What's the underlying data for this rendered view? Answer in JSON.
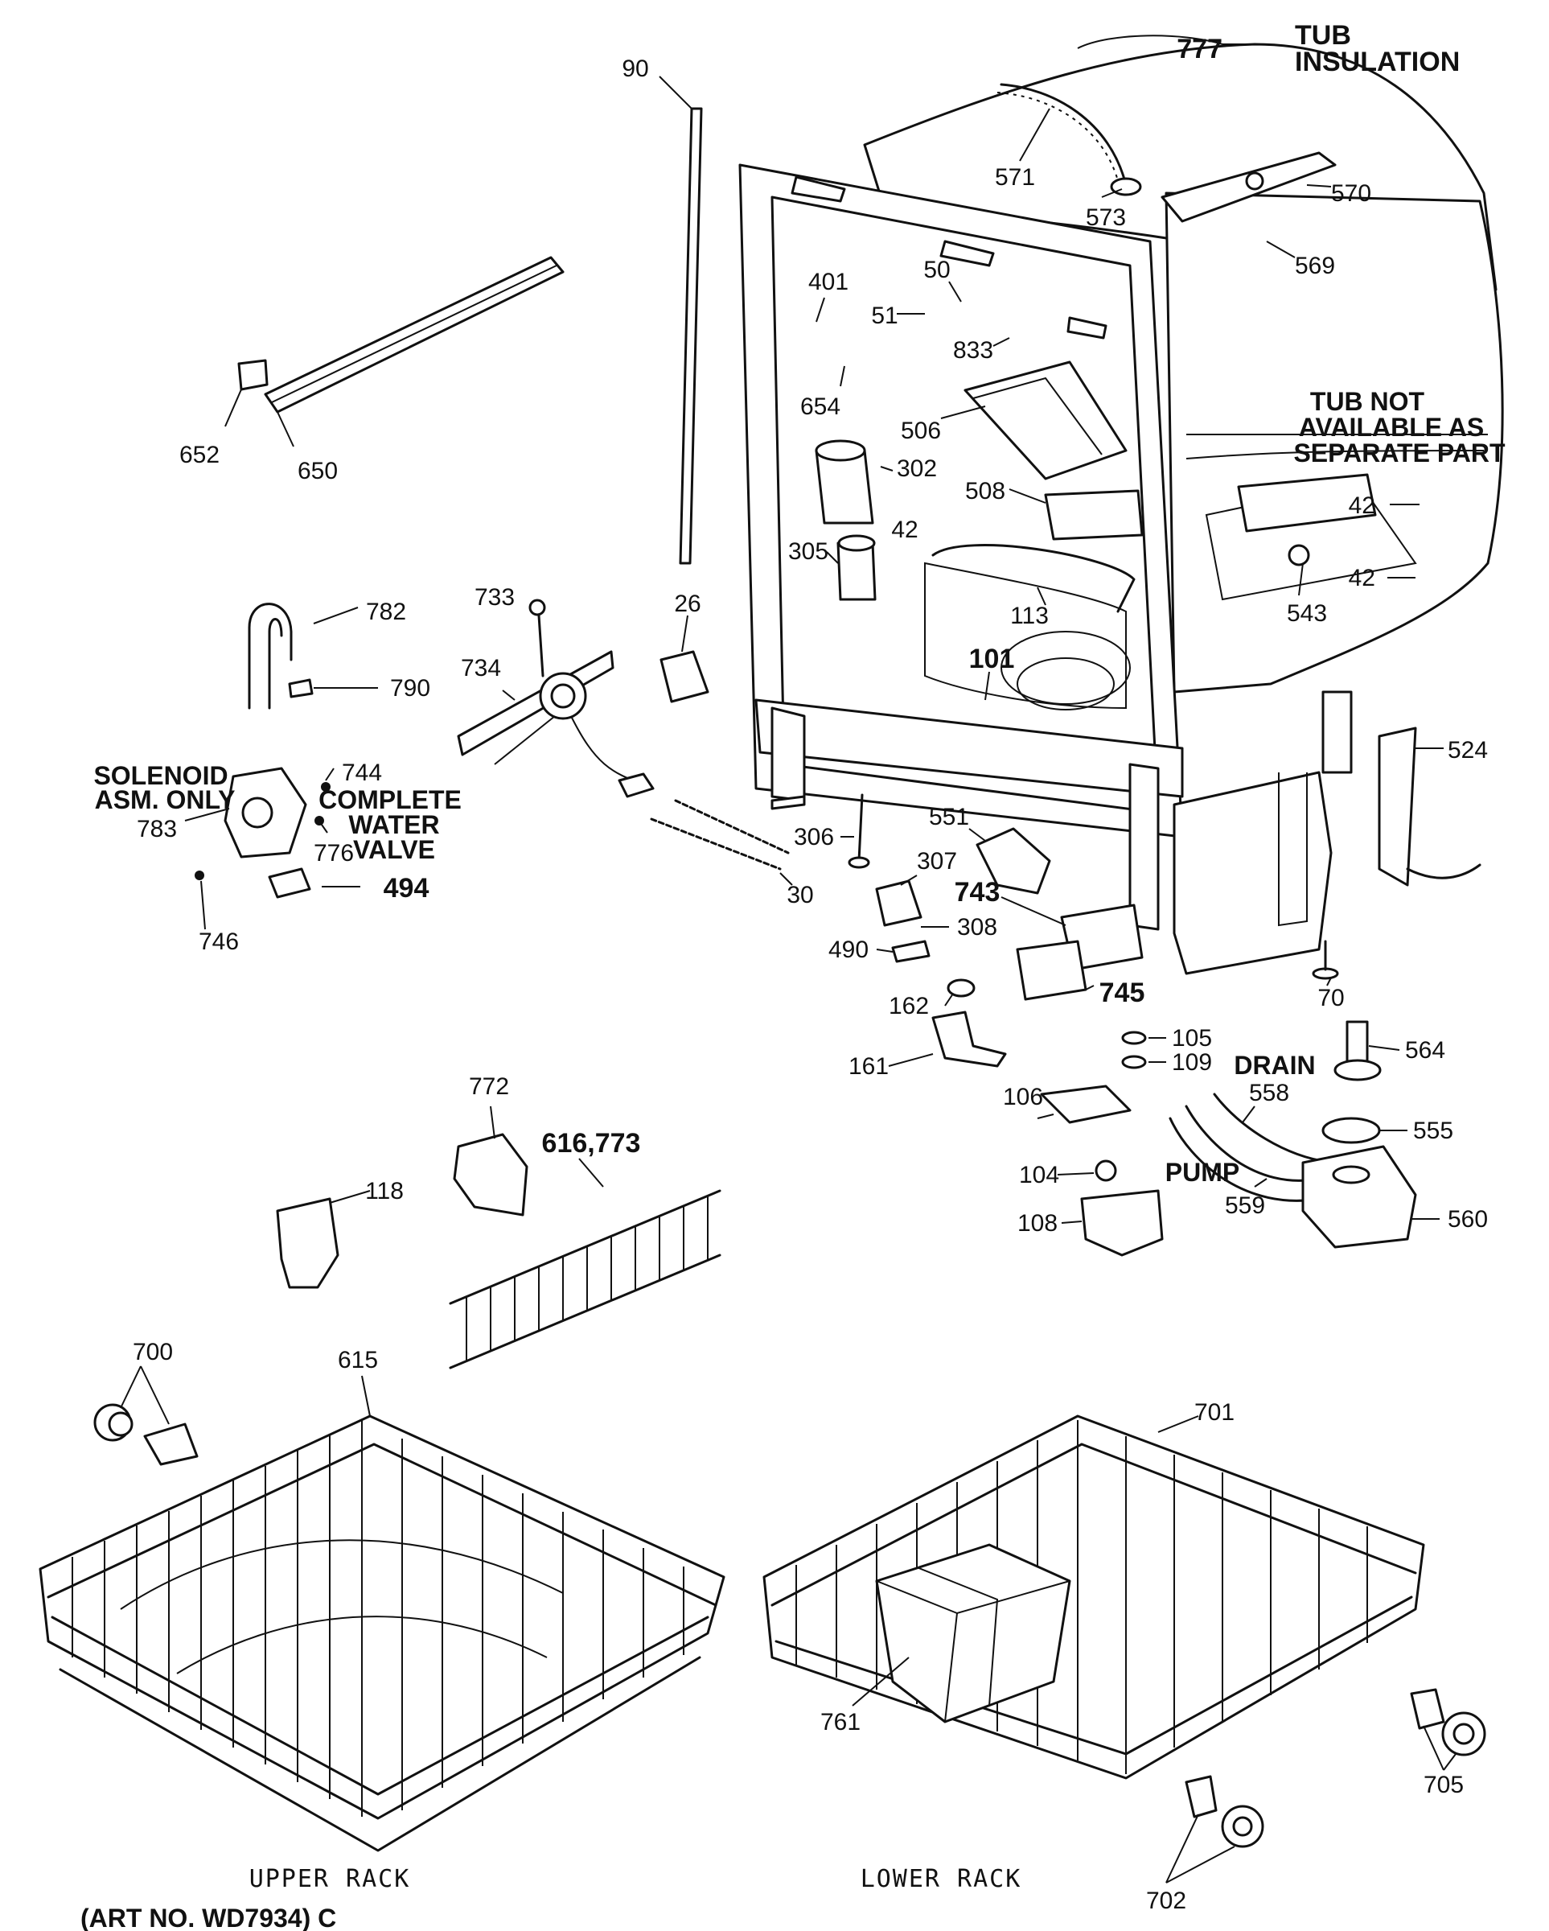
{
  "notes": {
    "tub_insulation_1": "TUB",
    "tub_insulation_2": "INSULATION",
    "tub_not_1": "TUB NOT",
    "tub_not_2": "AVAILABLE AS",
    "tub_not_3": "SEPARATE PART",
    "solenoid_1": "SOLENOID",
    "solenoid_2": "ASM. ONLY",
    "complete_1": "COMPLETE",
    "complete_2": "WATER",
    "complete_3": "VALVE",
    "drain": "DRAIN",
    "pump": "PUMP",
    "upper_rack": "UPPER RACK",
    "lower_rack": "LOWER RACK",
    "art_no": "(ART NO. WD7934) C"
  },
  "callouts": [
    {
      "id": "c777",
      "text": "777"
    },
    {
      "id": "c90",
      "text": "90"
    },
    {
      "id": "c571",
      "text": "571"
    },
    {
      "id": "c573",
      "text": "573"
    },
    {
      "id": "c570",
      "text": "570"
    },
    {
      "id": "c569",
      "text": "569"
    },
    {
      "id": "c401",
      "text": "401"
    },
    {
      "id": "c50",
      "text": "50"
    },
    {
      "id": "c51",
      "text": "51"
    },
    {
      "id": "c833",
      "text": "833"
    },
    {
      "id": "c654",
      "text": "654"
    },
    {
      "id": "c506",
      "text": "506"
    },
    {
      "id": "c302",
      "text": "302"
    },
    {
      "id": "c508",
      "text": "508"
    },
    {
      "id": "c42a",
      "text": "42"
    },
    {
      "id": "c42b",
      "text": "42"
    },
    {
      "id": "c42c",
      "text": "42"
    },
    {
      "id": "c305",
      "text": "305"
    },
    {
      "id": "c113",
      "text": "113"
    },
    {
      "id": "c101",
      "text": "101"
    },
    {
      "id": "c543",
      "text": "543"
    },
    {
      "id": "c652",
      "text": "652"
    },
    {
      "id": "c650",
      "text": "650"
    },
    {
      "id": "c782",
      "text": "782"
    },
    {
      "id": "c790",
      "text": "790"
    },
    {
      "id": "c733",
      "text": "733"
    },
    {
      "id": "c734",
      "text": "734"
    },
    {
      "id": "c26",
      "text": "26"
    },
    {
      "id": "c524",
      "text": "524"
    },
    {
      "id": "c744",
      "text": "744"
    },
    {
      "id": "c783",
      "text": "783"
    },
    {
      "id": "c776",
      "text": "776"
    },
    {
      "id": "c494",
      "text": "494"
    },
    {
      "id": "c746",
      "text": "746"
    },
    {
      "id": "c306",
      "text": "306"
    },
    {
      "id": "c551",
      "text": "551"
    },
    {
      "id": "c307",
      "text": "307"
    },
    {
      "id": "c743",
      "text": "743"
    },
    {
      "id": "c30",
      "text": "30"
    },
    {
      "id": "c308",
      "text": "308"
    },
    {
      "id": "c490",
      "text": "490"
    },
    {
      "id": "c745",
      "text": "745"
    },
    {
      "id": "c70",
      "text": "70"
    },
    {
      "id": "c162",
      "text": "162"
    },
    {
      "id": "c105",
      "text": "105"
    },
    {
      "id": "c109",
      "text": "109"
    },
    {
      "id": "c161",
      "text": "161"
    },
    {
      "id": "c564",
      "text": "564"
    },
    {
      "id": "c558",
      "text": "558"
    },
    {
      "id": "c106",
      "text": "106"
    },
    {
      "id": "c555",
      "text": "555"
    },
    {
      "id": "c104",
      "text": "104"
    },
    {
      "id": "c559",
      "text": "559"
    },
    {
      "id": "c560",
      "text": "560"
    },
    {
      "id": "c108",
      "text": "108"
    },
    {
      "id": "c772",
      "text": "772"
    },
    {
      "id": "c616",
      "text": "616,773"
    },
    {
      "id": "c118",
      "text": "118"
    },
    {
      "id": "c700",
      "text": "700"
    },
    {
      "id": "c615",
      "text": "615"
    },
    {
      "id": "c701",
      "text": "701"
    },
    {
      "id": "c761",
      "text": "761"
    },
    {
      "id": "c705",
      "text": "705"
    },
    {
      "id": "c702",
      "text": "702"
    }
  ]
}
